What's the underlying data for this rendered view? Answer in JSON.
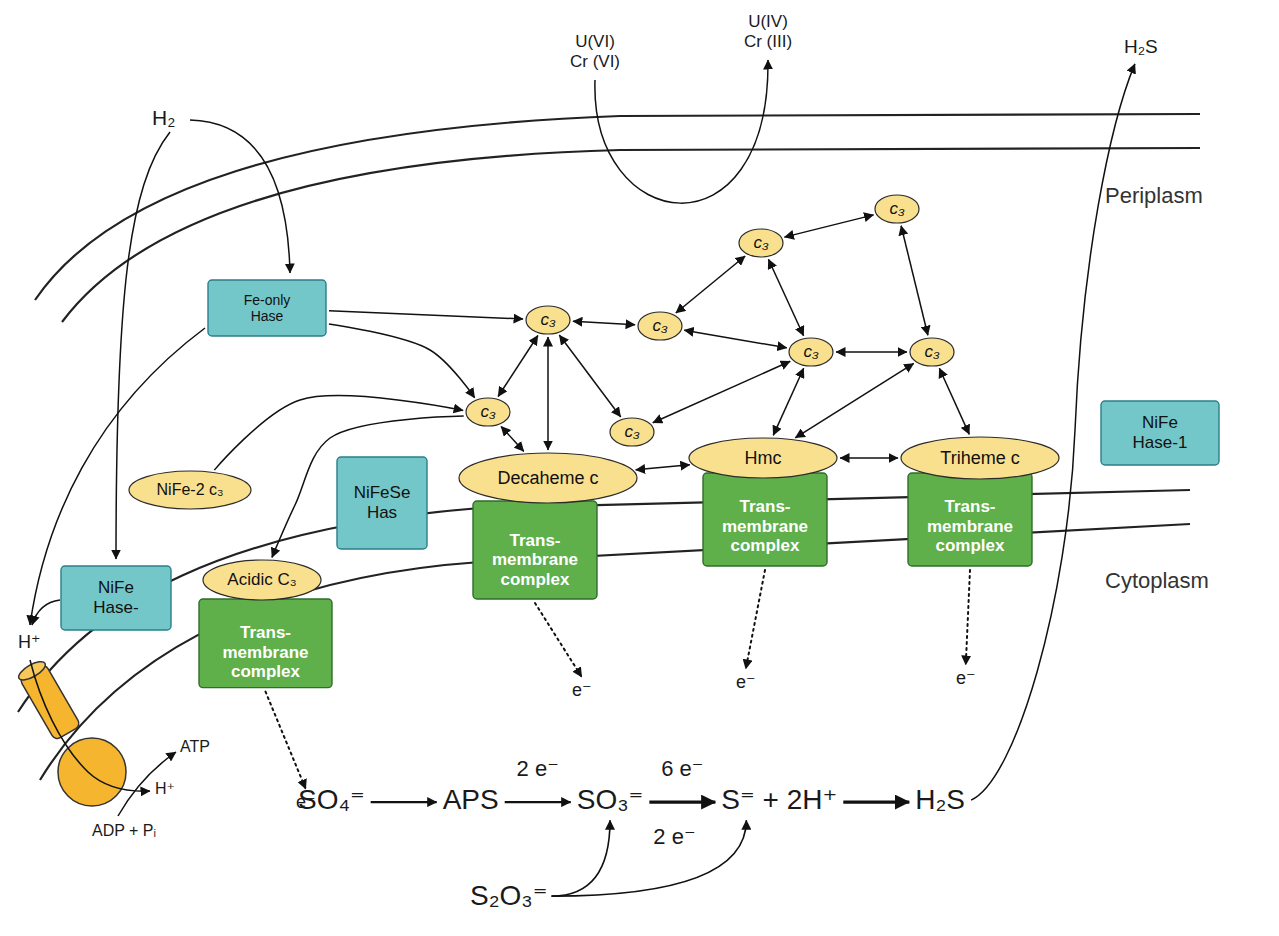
{
  "diagram": {
    "nodes": [
      {
        "text": [
          "Fe-only Hase"
        ]
      },
      {
        "text": [
          "c₃"
        ]
      },
      {
        "text": [
          "c₃"
        ]
      },
      {
        "text": [
          "c₃"
        ]
      },
      {
        "text": [
          "c₃"
        ]
      },
      {
        "text": [
          "c₃"
        ]
      },
      {
        "text": [
          "c₃"
        ]
      },
      {
        "text": [
          "NiFe Hase-1"
        ]
      },
      {
        "text": [
          "c₃"
        ]
      },
      {
        "text": [
          "c₃"
        ]
      },
      {
        "text": [
          "Hmc"
        ]
      },
      {
        "text": [
          "Triheme c"
        ]
      },
      {
        "text": [
          "NiFeSe Has"
        ]
      },
      {
        "text": [
          "Decaheme c"
        ]
      },
      {
        "text": [
          "NiFe-2 c₃"
        ]
      },
      {
        "text": [
          "NiFe Hase-"
        ]
      },
      {
        "text": [
          "Acidic C₃"
        ]
      },
      {
        "text": [
          "Trans-membrane complex"
        ]
      },
      {
        "text": [
          "Trans-membrane complex"
        ]
      },
      {
        "text": [
          "Trans-membrane complex"
        ]
      },
      {
        "text": [
          "Trans-membrane complex"
        ]
      }
    ],
    "edges": [
      {
        "from": 0,
        "to": 3,
        "arrow": "to"
      },
      {
        "from": 0,
        "to": 8,
        "arrow": "to"
      },
      {
        "from": 14,
        "to": 8,
        "arrow": "to"
      },
      {
        "from": 8,
        "to": 16,
        "arrow": "to"
      },
      {
        "from": 3,
        "to": 8,
        "arrow": "both"
      },
      {
        "from": 3,
        "to": 4,
        "arrow": "both"
      },
      {
        "from": 3,
        "to": 9,
        "arrow": "both"
      },
      {
        "from": 3,
        "to": 13,
        "arrow": "both"
      },
      {
        "from": 8,
        "to": 13,
        "arrow": "both"
      },
      {
        "from": 4,
        "to": 2,
        "arrow": "both"
      },
      {
        "from": 4,
        "to": 5,
        "arrow": "both"
      },
      {
        "from": 2,
        "to": 1,
        "arrow": "both"
      },
      {
        "from": 2,
        "to": 5,
        "arrow": "both"
      },
      {
        "from": 1,
        "to": 6,
        "arrow": "both"
      },
      {
        "from": 5,
        "to": 6,
        "arrow": "both"
      },
      {
        "from": 9,
        "to": 5,
        "arrow": "both"
      },
      {
        "from": 5,
        "to": 10,
        "arrow": "both"
      },
      {
        "from": 6,
        "to": 10,
        "arrow": "both"
      },
      {
        "from": 6,
        "to": 11,
        "arrow": "both"
      },
      {
        "from": 13,
        "to": 10,
        "arrow": "both"
      },
      {
        "from": 10,
        "to": 11,
        "arrow": "both"
      }
    ],
    "labels": [
      "H₂",
      "U(VI) Cr (VI)",
      "U(IV) Cr (III)",
      "H₂S",
      "Periplasm",
      "Cytoplasm",
      "H⁺",
      "e⁻",
      "e⁻",
      "e⁻",
      "e⁻",
      "ATP",
      "H⁺",
      "ADP + Pᵢ",
      "SO₄⁼",
      "APS",
      "2 e⁻",
      "SO₃⁼",
      "6 e⁻",
      "S⁼ + 2H⁺",
      "H₂S",
      "2 e⁻",
      "S₂O₃⁼"
    ]
  }
}
